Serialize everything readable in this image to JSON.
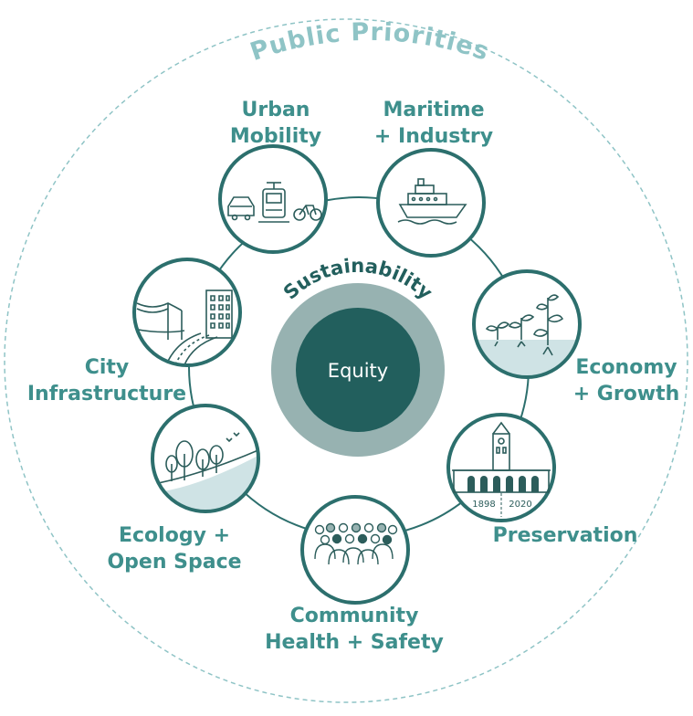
{
  "title": "Public Priorities",
  "ring_label": "Sustainability",
  "core_label": "Equity",
  "priorities": [
    {
      "id": "urban-mobility",
      "line1": "Urban",
      "line2": "Mobility"
    },
    {
      "id": "maritime-industry",
      "line1": "Maritime",
      "line2": "+ Industry"
    },
    {
      "id": "economy-growth",
      "line1": "Economy",
      "line2": "+ Growth"
    },
    {
      "id": "preservation",
      "line1": "Preservation",
      "line2": "",
      "years": [
        "1898",
        "2020"
      ]
    },
    {
      "id": "community-health-safety",
      "line1": "Community",
      "line2": "Health + Safety"
    },
    {
      "id": "ecology-open-space",
      "line1": "Ecology +",
      "line2": "Open Space"
    },
    {
      "id": "city-infrastructure",
      "line1": "City",
      "line2": "Infrastructure"
    }
  ],
  "colors": {
    "teal_text": "#3e8f8c",
    "dark_teal": "#225f5d",
    "ring_gray": "#97b2b1",
    "icon_stroke": "#2c5d5b",
    "light_water": "#cfe3e5",
    "dashed_outer": "#8fc4c6"
  }
}
